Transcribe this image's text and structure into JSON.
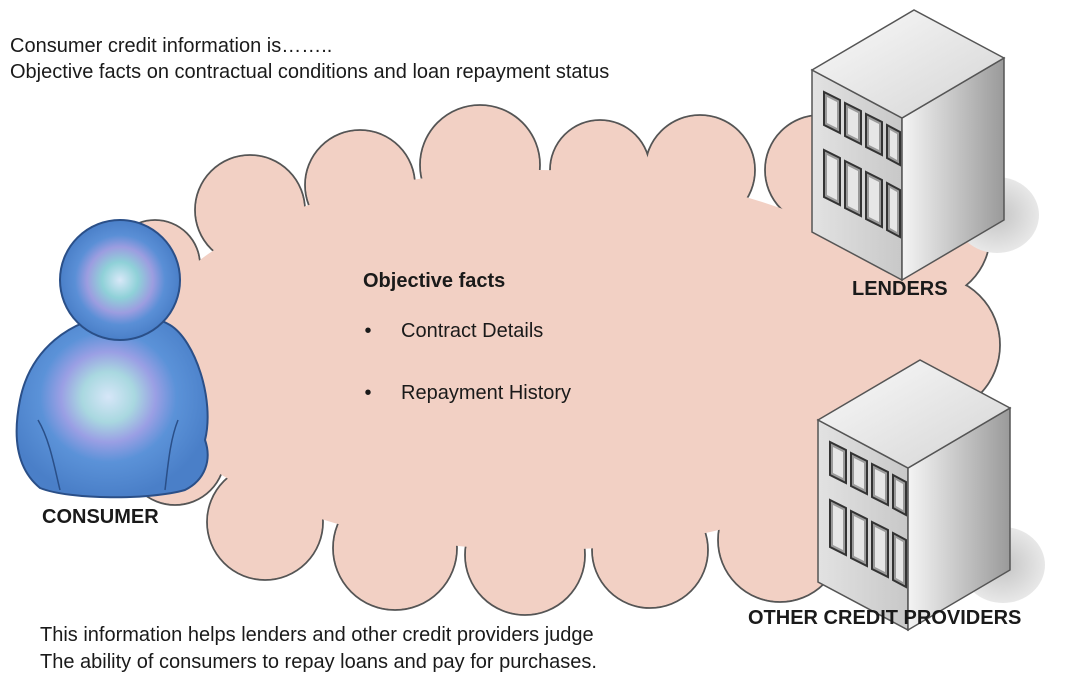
{
  "intro": {
    "line1": "Consumer credit information is……..",
    "line2": "Objective facts on contractual conditions and loan repayment status"
  },
  "cloud": {
    "title": "Objective facts",
    "items": [
      {
        "bullet": "•",
        "label": "Contract Details"
      },
      {
        "bullet": "•",
        "label": "Repayment History"
      }
    ]
  },
  "actors": {
    "consumer": "CONSUMER",
    "lenders": "LENDERS",
    "other": "OTHER CREDIT PROVIDERS"
  },
  "footer": {
    "line1": "This information helps lenders and other credit providers judge",
    "line2": "The ability of consumers to repay loans and pay for purchases."
  },
  "colors": {
    "cloud_fill": "#f2d0c4",
    "person_blue": "#4e86cf",
    "person_light": "#a6c8ee",
    "building_gray": "#cfcfcf"
  }
}
